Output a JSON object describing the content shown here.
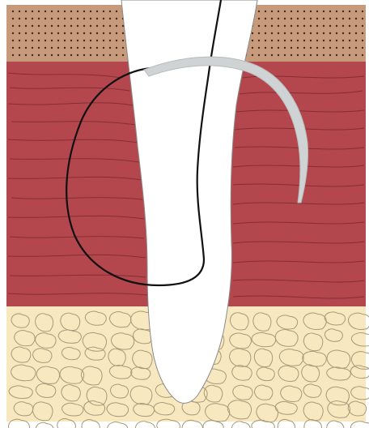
{
  "scene": {
    "description_layers": [
      "skin",
      "muscle",
      "fat",
      "wound",
      "needle",
      "suture"
    ],
    "colors": {
      "skin": "#c79a7b",
      "skin_dots": "#3e2a22",
      "muscle": "#b4474d",
      "muscle_lines": "#7a2b31",
      "fat": "#f8e8c0",
      "fat_lines": "#a89a7a",
      "wound": "#ffffff",
      "needle": "#cfd3d4",
      "suture": "#111111"
    }
  }
}
